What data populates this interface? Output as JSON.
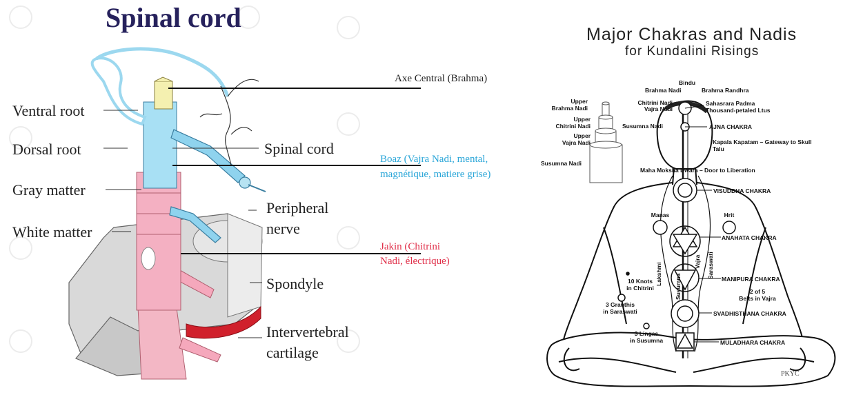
{
  "left": {
    "title": "Spinal cord",
    "labels": {
      "ventral_root": "Ventral root",
      "dorsal_root": "Dorsal root",
      "gray_matter": "Gray matter",
      "white_matter": "White matter",
      "spinal_cord": "Spinal cord",
      "peripheral": "Peripheral",
      "nerve": "nerve",
      "spondyle": "Spondyle",
      "intervertebral": "Intervertebral",
      "cartilage": "cartilage"
    },
    "annotations": {
      "axe_central": "Axe Central (Brahma)",
      "boaz_line1": "Boaz (Vajra Nadi, mental,",
      "boaz_line2": "magnétique, matiere grise)",
      "jakin_line1": "Jakin (Chitrini",
      "jakin_line2": "Nadi, électrique)"
    },
    "colors": {
      "title": "#26215c",
      "boaz": "#2aa6d8",
      "jakin": "#e0304a",
      "nerve_blue": "#7fd0f0",
      "cord_pink": "#f2a0b4",
      "bone_gray": "#d9d9d9"
    }
  },
  "right": {
    "title": "Major Chakras and Nadis",
    "subtitle": "for Kundalini Risings",
    "head_labels": {
      "bindu": "Bindu",
      "brahma_nadi": "Brahma Nadi",
      "brahma_randhra": "Brahma Randhra",
      "chitrini_nadi": "Chitrini Nadi",
      "vajra_nadi": "Vajra Nadi",
      "sahasrara_1": "Sahasrara Padma",
      "sahasrara_2": "Thousand-petaled Ltus",
      "susumna_nadi": "Susumna Nadi",
      "ajna": "AJNA CHAKRA",
      "kapala_1": "Kapala Kapatam – Gateway to Skull",
      "kapala_2": "Talu",
      "maha_moksha": "Maha Moksha Dwara – Door to Liberation"
    },
    "tube_labels": {
      "upper_brahma_1": "Upper",
      "upper_brahma_2": "Brahma Nadi",
      "upper_chitrini_1": "Upper",
      "upper_chitrini_2": "Chitrini Nadi",
      "upper_vajra_1": "Upper",
      "upper_vajra_2": "Vajra Nadi",
      "susumna": "Susumna Nadi"
    },
    "chakras": {
      "visuddha": "VISUDDHA CHAKRA",
      "anahata": "ANAHATA CHAKRA",
      "manipura": "MANIPURA CHAKRA",
      "svadhisthana": "SVADHISTHANA CHAKRA",
      "muladhara": "MULADHARA CHAKRA"
    },
    "body_labels": {
      "manas": "Manas",
      "hrit": "Hrit",
      "lakshmi": "Lakshmi",
      "susumna": "Susumna",
      "vajra": "Vajra",
      "saraswati": "Saraswati",
      "knots_1": "10 Knots",
      "knots_2": "in Chitrini",
      "belts_1": "2 of 5",
      "belts_2": "Belts in Vajra",
      "granthis_1": "3 Granthis",
      "granthis_2": "in Saraswati",
      "lingas_1": "3 Lingas",
      "lingas_2": "in Susumna",
      "signature": "PKYC"
    }
  }
}
